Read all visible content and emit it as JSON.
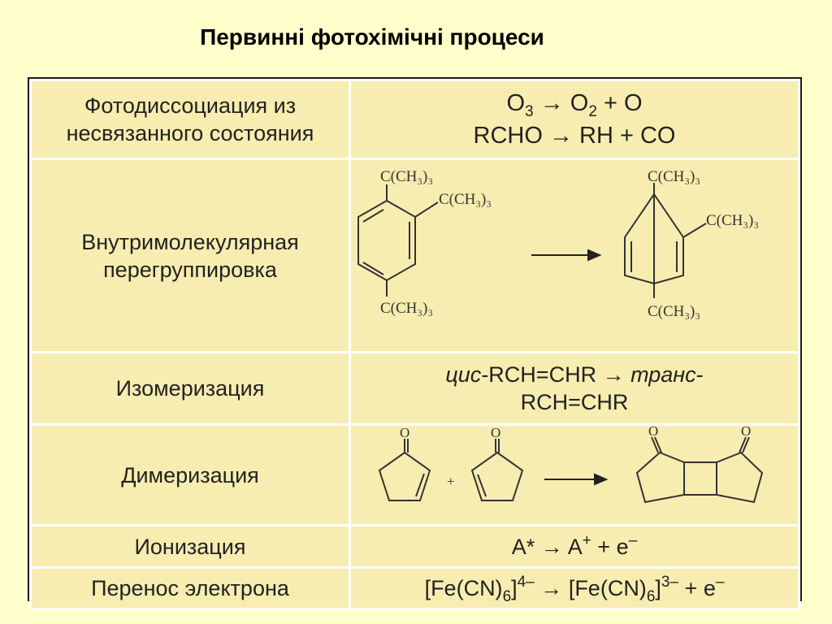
{
  "title": "Первинні фотохімічні процеси",
  "rows": [
    {
      "label_line1": "Фотодиссоциация из",
      "label_line2": "несвязанного состояния",
      "eq1": {
        "a": "O",
        "a_sub": "3",
        "arrow": "→",
        "b": "O",
        "b_sub": "2",
        "c": "+ O"
      },
      "eq2": "RCHO → RH + CO"
    },
    {
      "label_line1": "Внутримолекулярная",
      "label_line2": "перегруппировка",
      "group_label": "C(CH₃)₃"
    },
    {
      "label": "Изомеризация",
      "cis": "цис",
      "part1": "-RCH=CHR → ",
      "trans": "транс",
      "part2": "-",
      "line2": "RCH=CHR"
    },
    {
      "label": "Димеризация",
      "oxygen": "O",
      "plus": "+"
    },
    {
      "label": "Ионизация",
      "eq": {
        "a": "A*",
        "arrow": " → A",
        "sup1": "+",
        "rest": " + e",
        "sup2": "–"
      }
    },
    {
      "label": "Перенос электрона",
      "eq": {
        "p1": "[Fe(CN)",
        "sub1": "6",
        "p2": "]",
        "sup1": "4–",
        "arrow": " → ",
        "p3": "[Fe(CN)",
        "sub2": "6",
        "p4": "]",
        "sup2": "3–",
        "rest": " + e",
        "sup3": "–"
      }
    }
  ]
}
